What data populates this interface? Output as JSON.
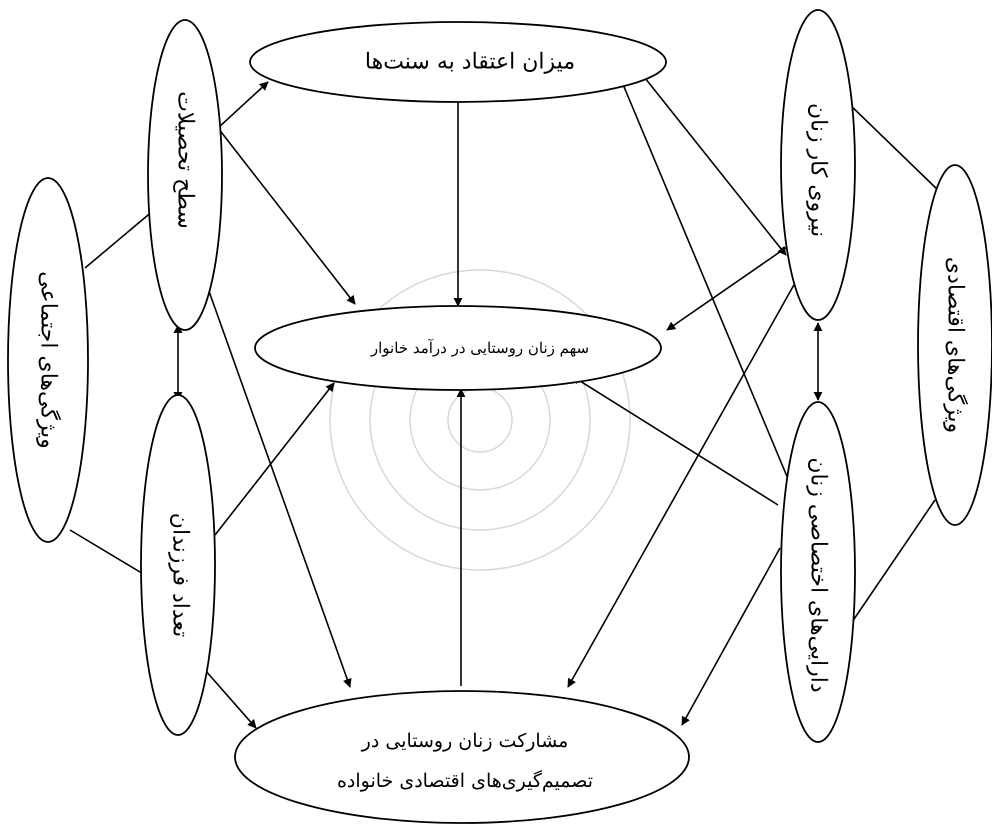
{
  "nodes": {
    "social": "ویژگی‌های اجتماعی",
    "education": "سطح تحصیلات",
    "children": "تعداد فرزندان",
    "tradition": "میزان اعتقاد به سنت‌ها",
    "income_share": "سهم زنان روستایی در درآمد خانوار",
    "participation_line1": "مشارکت زنان روستایی در",
    "participation_line2": "تصمیم‌گیری‌های اقتصادی خانواده",
    "labor": "نیروی کار زنان",
    "assets": "دارایی‌های اختصاصی زنان",
    "economic": "ویژگی‌های اقتصادی"
  },
  "colors": {
    "stroke": "#000000",
    "fill": "#ffffff",
    "watermark": "#d8d8d8"
  }
}
